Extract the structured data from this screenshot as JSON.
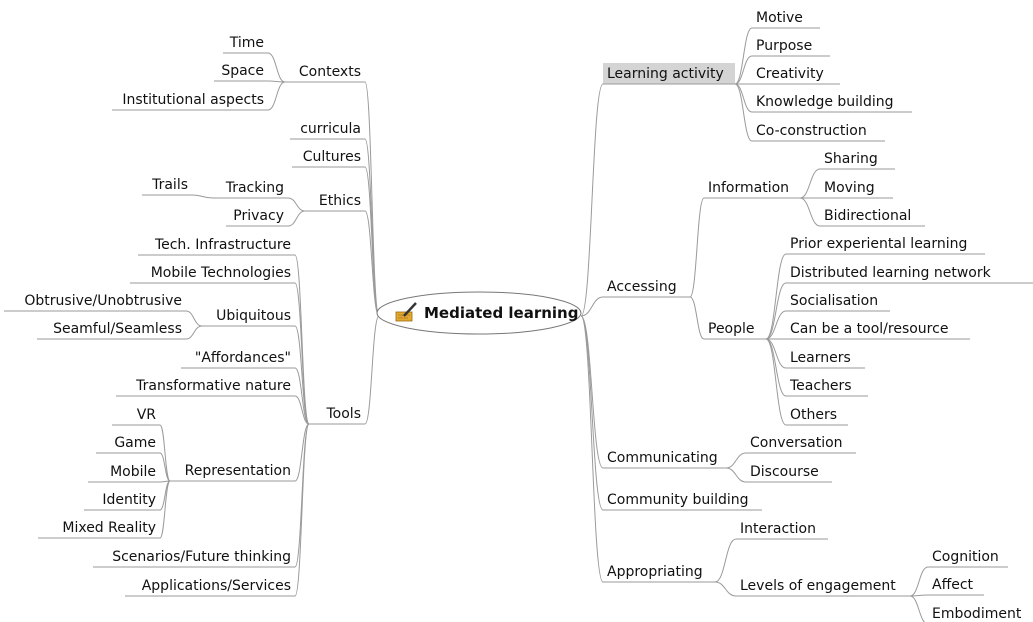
{
  "central": {
    "label": "Mediated learning",
    "icon": "pencil-note-icon"
  },
  "left": [
    {
      "label": "Contexts",
      "children": [
        {
          "label": "Time"
        },
        {
          "label": "Space"
        },
        {
          "label": "Institutional aspects"
        }
      ]
    },
    {
      "label": "curricula"
    },
    {
      "label": "Cultures"
    },
    {
      "label": "Ethics",
      "children": [
        {
          "label": "Tracking",
          "children": [
            {
              "label": "Trails"
            }
          ]
        },
        {
          "label": "Privacy"
        }
      ]
    },
    {
      "label": "Tools",
      "children": [
        {
          "label": "Tech. Infrastructure"
        },
        {
          "label": "Mobile Technologies"
        },
        {
          "label": "Ubiquitous",
          "children": [
            {
              "label": "Obtrusive/Unobtrusive"
            },
            {
              "label": "Seamful/Seamless"
            }
          ]
        },
        {
          "label": "\"Affordances\""
        },
        {
          "label": "Transformative nature"
        },
        {
          "label": "Representation",
          "children": [
            {
              "label": "VR"
            },
            {
              "label": "Game"
            },
            {
              "label": "Mobile"
            },
            {
              "label": "Identity"
            },
            {
              "label": "Mixed Reality"
            }
          ]
        },
        {
          "label": "Scenarios/Future thinking"
        },
        {
          "label": "Applications/Services"
        }
      ]
    }
  ],
  "right": [
    {
      "label": "Learning activity",
      "highlighted": true,
      "children": [
        {
          "label": "Motive"
        },
        {
          "label": "Purpose"
        },
        {
          "label": "Creativity"
        },
        {
          "label": "Knowledge building"
        },
        {
          "label": "Co-construction"
        }
      ]
    },
    {
      "label": "Accessing",
      "children": [
        {
          "label": "Information",
          "children": [
            {
              "label": "Sharing"
            },
            {
              "label": "Moving"
            },
            {
              "label": "Bidirectional"
            }
          ]
        },
        {
          "label": "People",
          "children": [
            {
              "label": "Prior experiental learning"
            },
            {
              "label": "Distributed learning network"
            },
            {
              "label": "Socialisation"
            },
            {
              "label": "Can be a tool/resource"
            },
            {
              "label": "Learners"
            },
            {
              "label": "Teachers"
            },
            {
              "label": "Others"
            }
          ]
        }
      ]
    },
    {
      "label": "Communicating",
      "children": [
        {
          "label": "Conversation"
        },
        {
          "label": "Discourse"
        }
      ]
    },
    {
      "label": "Community building"
    },
    {
      "label": "Appropriating",
      "children": [
        {
          "label": "Interaction"
        },
        {
          "label": "Levels of engagement",
          "children": [
            {
              "label": "Cognition"
            },
            {
              "label": "Affect"
            },
            {
              "label": "Embodiment"
            }
          ]
        }
      ]
    }
  ]
}
